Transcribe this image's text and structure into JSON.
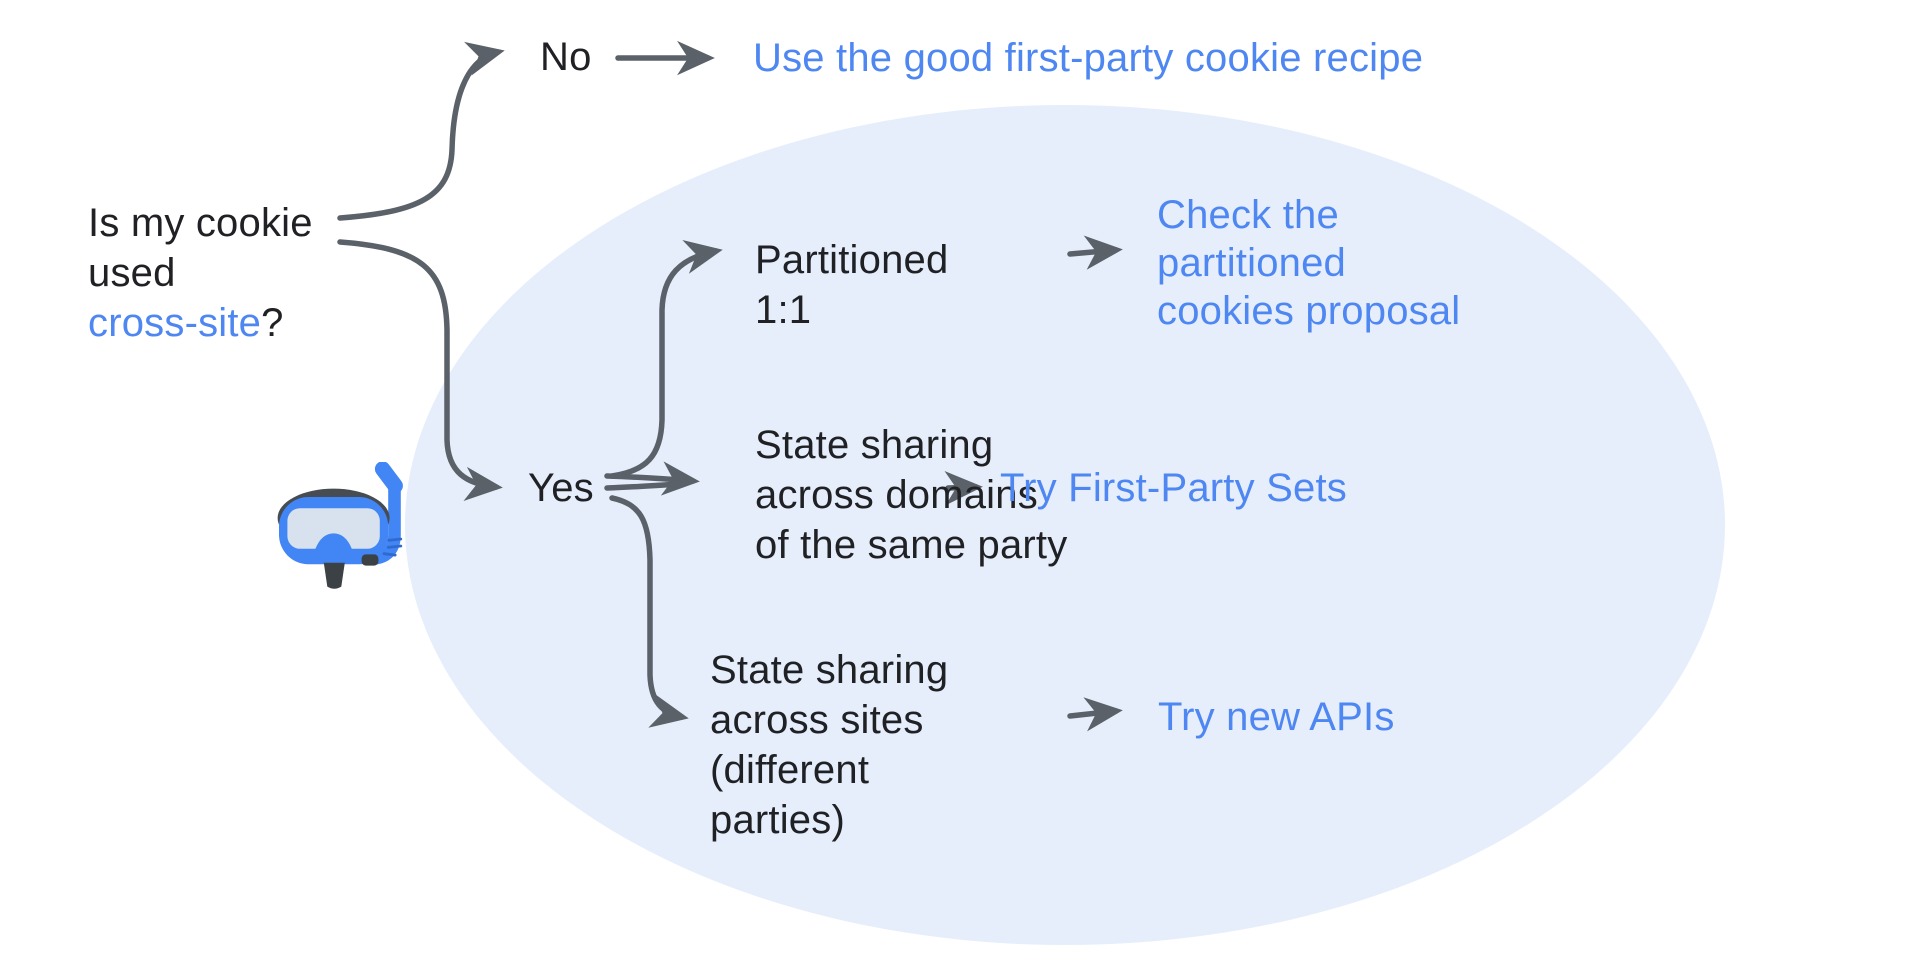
{
  "flow": {
    "question": {
      "line1": "Is my cookie",
      "line2": "used",
      "highlight": "cross-site",
      "suffix": "?"
    },
    "no_branch": {
      "label": "No",
      "result": "Use the good first-party cookie recipe"
    },
    "yes_branch": {
      "label": "Yes",
      "options": [
        {
          "lines": [
            "Partitioned",
            "1:1"
          ],
          "result_lines": [
            "Check the",
            "partitioned",
            "cookies proposal"
          ]
        },
        {
          "lines": [
            "State sharing",
            "across domains",
            "of the same party"
          ],
          "result_lines": [
            "Try First-Party Sets"
          ]
        },
        {
          "lines": [
            "State sharing",
            "across sites",
            "(different",
            "parties)"
          ],
          "result_lines": [
            "Try new APIs"
          ]
        }
      ]
    },
    "icons": {
      "mask": "diving-mask-icon"
    },
    "colors": {
      "link_blue": "#4e87f1",
      "text_dark": "#202124",
      "arrow_gray": "#5b6168",
      "ellipse_fill": "#e6eefc",
      "background": "#ffffff"
    }
  }
}
